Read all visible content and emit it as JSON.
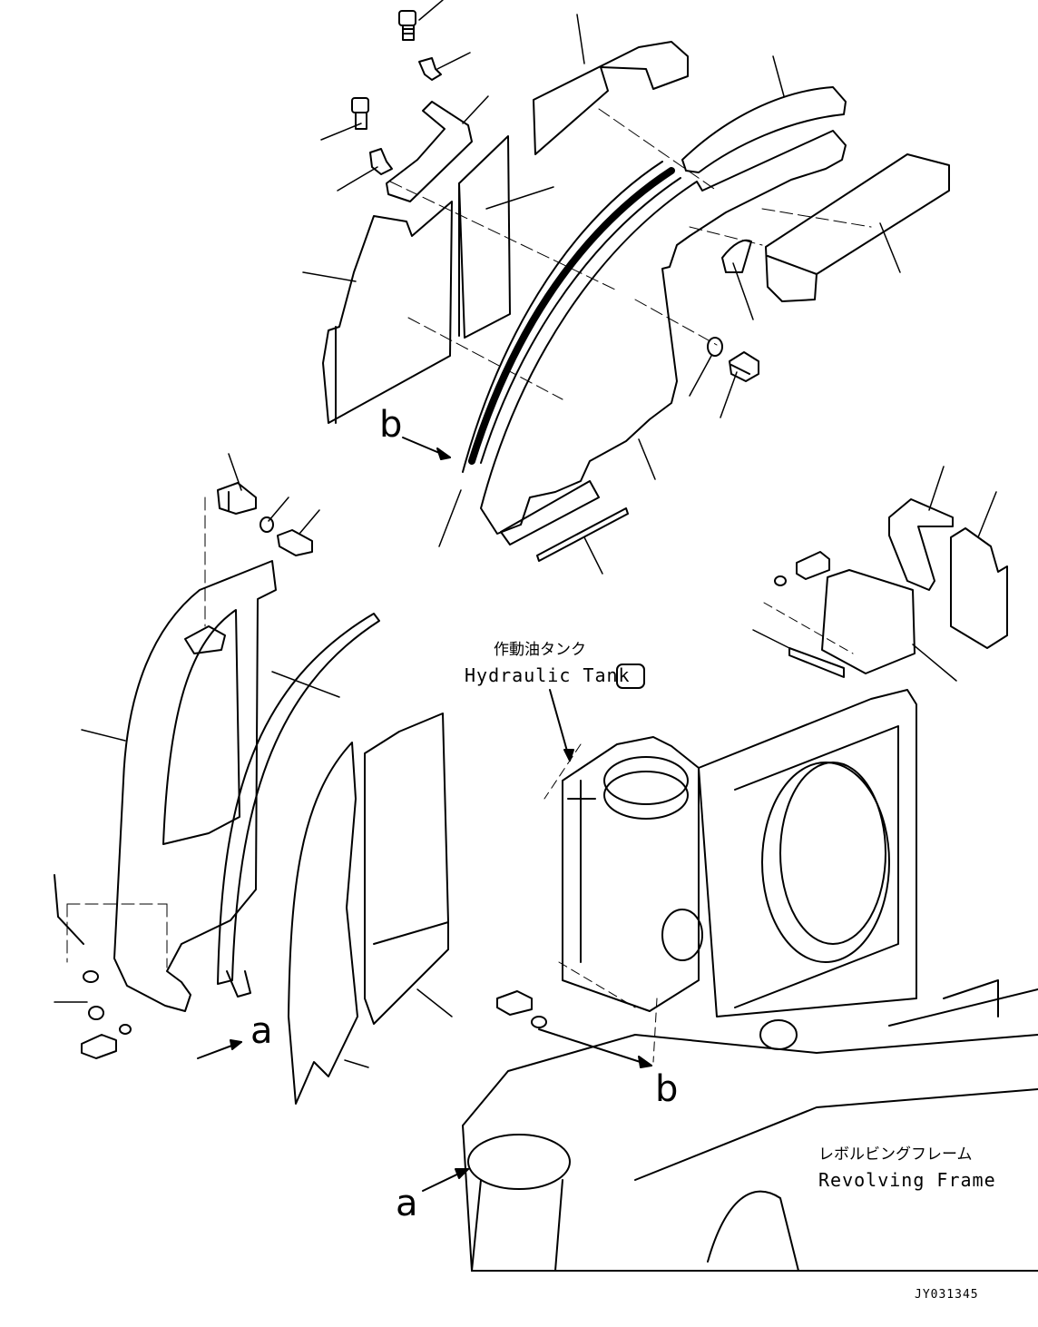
{
  "labels": {
    "hydraulic_tank_jp": "作動油タンク",
    "hydraulic_tank_en": "Hydraulic Tank",
    "revolving_frame_jp": "レボルビングフレーム",
    "revolving_frame_en": "Revolving Frame",
    "view_a_top": "a",
    "view_a_bottom": "a",
    "view_b_top": "b",
    "view_b_bottom": "b"
  },
  "doc_id": "JY031345"
}
